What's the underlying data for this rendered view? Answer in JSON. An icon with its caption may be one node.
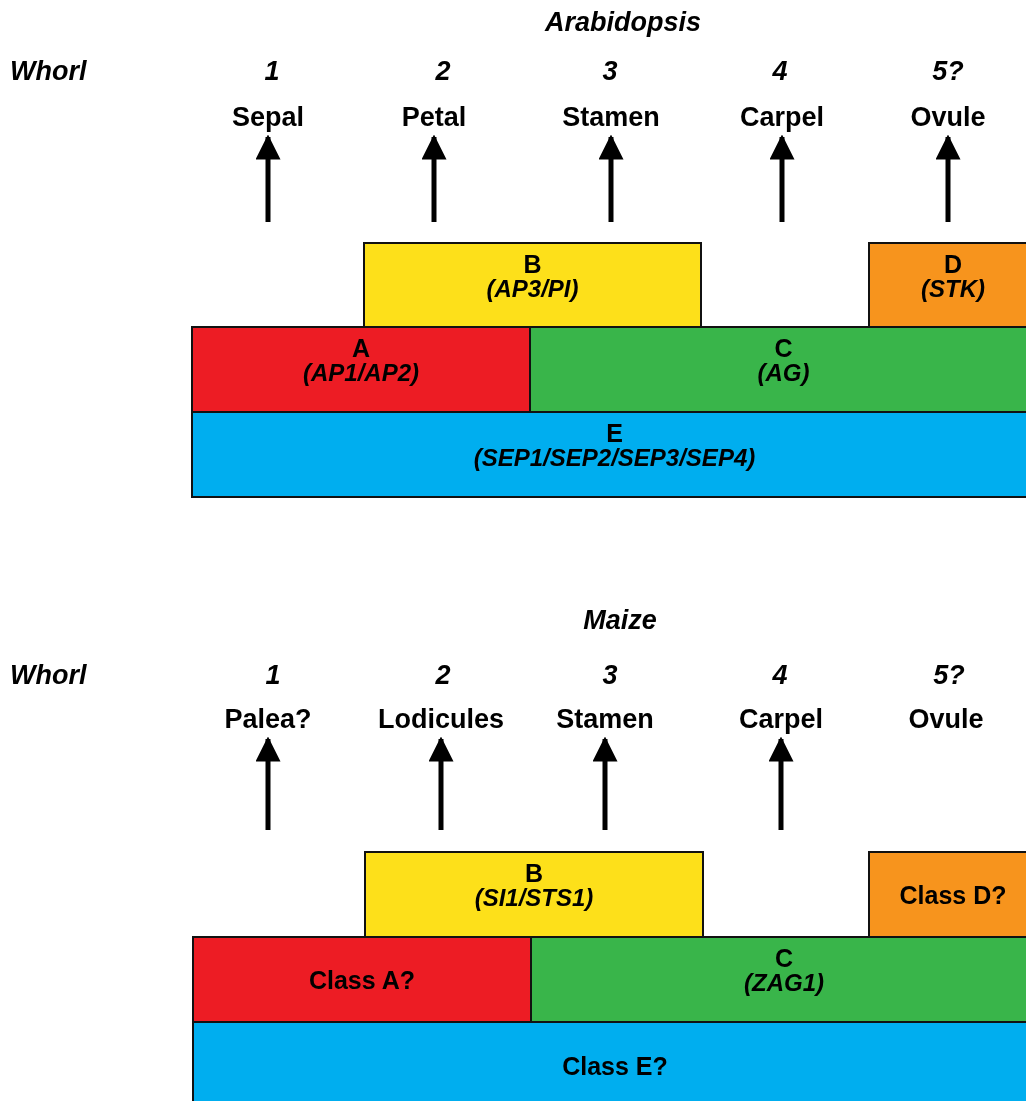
{
  "diagram": {
    "nodes": [
      {
        "text": [
          "Sepal"
        ]
      },
      {
        "text": [
          "Petal"
        ]
      },
      {
        "text": [
          "Stamen"
        ]
      },
      {
        "text": [
          "Carpel"
        ]
      },
      {
        "text": [
          "Ovule"
        ]
      },
      {
        "text": [
          "B",
          "(AP3/PI)"
        ]
      },
      {
        "text": [
          "D",
          "(STK)"
        ]
      },
      {
        "text": [
          "A",
          "(AP1/AP2)"
        ]
      },
      {
        "text": [
          "C",
          "(AG)"
        ]
      },
      {
        "text": [
          "E",
          "(SEP1/SEP2/SEP3/SEP4)"
        ]
      },
      {
        "text": [
          "Palea?"
        ]
      },
      {
        "text": [
          "Lodicules"
        ]
      },
      {
        "text": [
          "Stamen"
        ]
      },
      {
        "text": [
          "Carpel"
        ]
      },
      {
        "text": [
          "Ovule"
        ]
      },
      {
        "text": [
          "B",
          "(SI1/STS1)"
        ]
      },
      {
        "text": [
          "Class D?"
        ]
      },
      {
        "text": [
          "Class A?"
        ]
      },
      {
        "text": [
          "C",
          "(ZAG1)"
        ]
      },
      {
        "text": [
          "Class E?"
        ]
      }
    ],
    "edges": [
      {
        "from": null,
        "to": 0,
        "arrow": "to"
      },
      {
        "from": null,
        "to": 1,
        "arrow": "to"
      },
      {
        "from": null,
        "to": 2,
        "arrow": "to"
      },
      {
        "from": null,
        "to": 3,
        "arrow": "to"
      },
      {
        "from": null,
        "to": 4,
        "arrow": "to"
      },
      {
        "from": null,
        "to": 10,
        "arrow": "to"
      },
      {
        "from": null,
        "to": 11,
        "arrow": "to"
      },
      {
        "from": null,
        "to": 12,
        "arrow": "to"
      },
      {
        "from": null,
        "to": 13,
        "arrow": "to"
      }
    ],
    "labels": [
      "Arabidopsis",
      "Whorl",
      "1",
      "2",
      "3",
      "4",
      "5?",
      "Maize",
      "Whorl",
      "1",
      "2",
      "3",
      "4",
      "5?"
    ]
  }
}
